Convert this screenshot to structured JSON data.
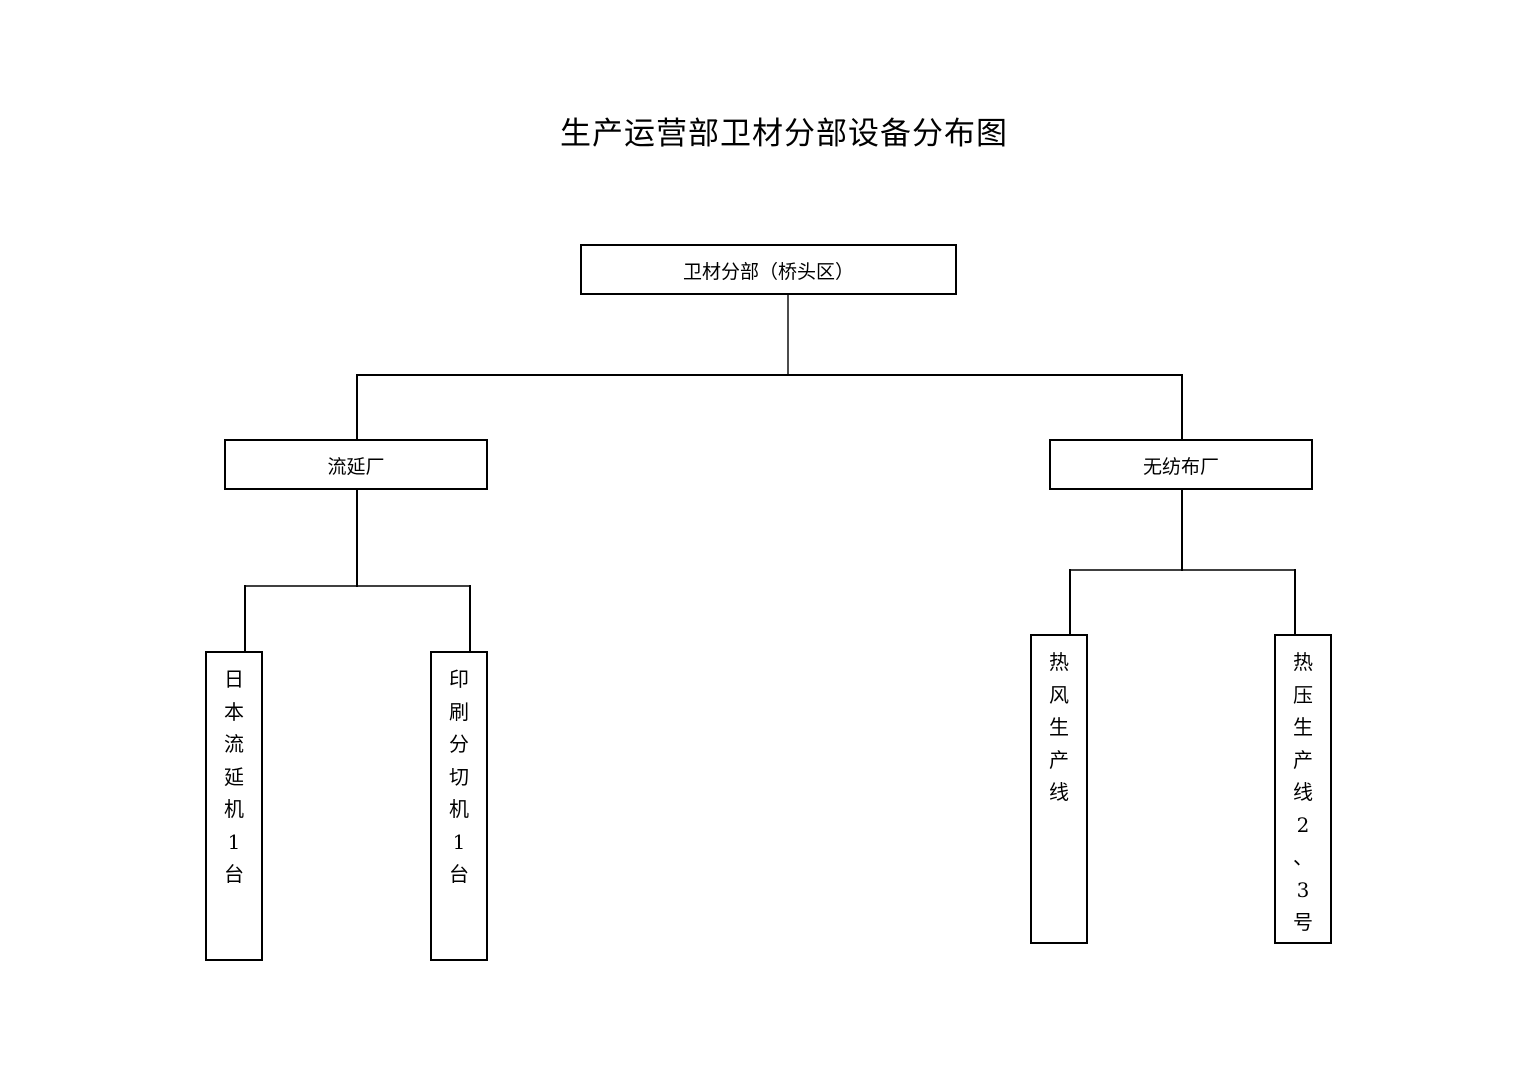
{
  "title": "生产运营部卫材分部设备分布图",
  "root": {
    "label": "卫材分部（桥头区）"
  },
  "factories": [
    {
      "label": "流延厂",
      "equipment": [
        {
          "label": "日\n本\n流\n延\n机\n1\n台"
        },
        {
          "label": "印\n刷\n分\n切\n机\n1\n台"
        }
      ]
    },
    {
      "label": "无纺布厂",
      "equipment": [
        {
          "label": "热\n风\n生\n产\n线"
        },
        {
          "label": "热\n压\n生\n产\n线\n2\n、\n3\n号"
        }
      ]
    }
  ]
}
